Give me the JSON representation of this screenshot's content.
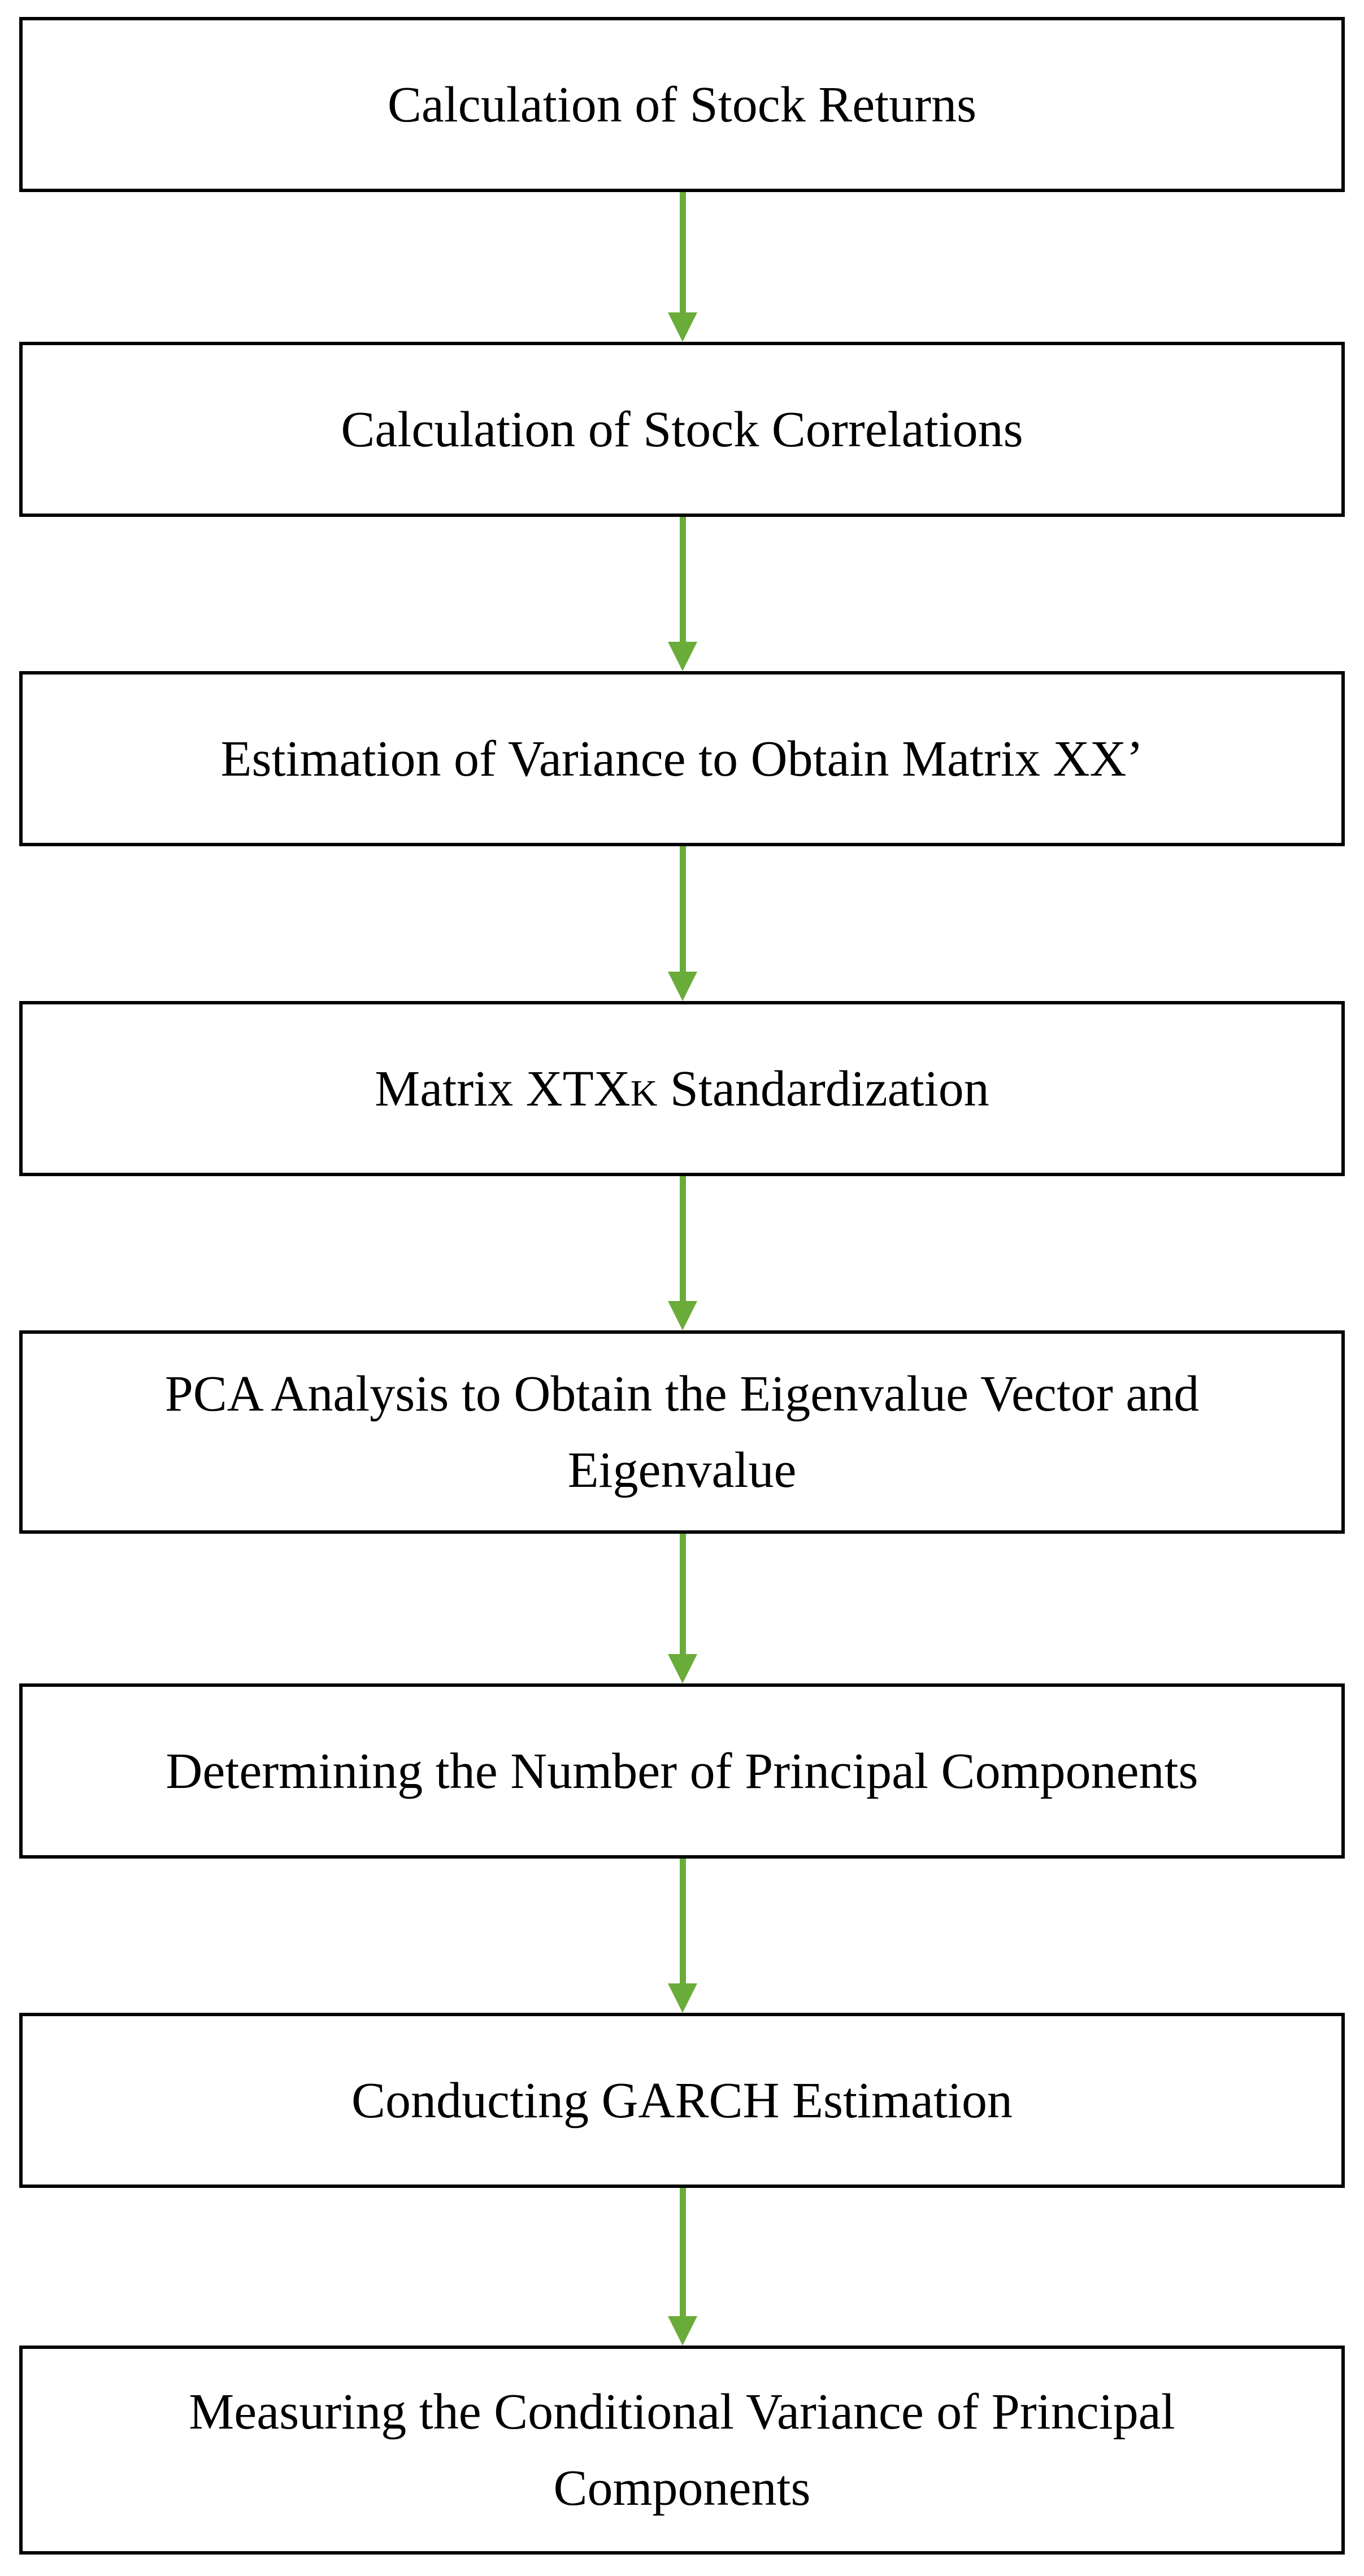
{
  "flowchart": {
    "colors": {
      "box_border": "#000000",
      "arrow": "#6aac3a",
      "text": "#000000"
    },
    "steps": [
      {
        "label": "Calculation of Stock Returns"
      },
      {
        "label": "Calculation of Stock Correlations"
      },
      {
        "label": "Estimation of Variance to Obtain Matrix XX’"
      },
      {
        "label_prefix": "Matrix XTX",
        "label_subscript": "K",
        "label_suffix": " Standardization"
      },
      {
        "label": "PCA Analysis to Obtain the Eigenvalue Vector and Eigenvalue"
      },
      {
        "label": "Determining the Number of Principal Components"
      },
      {
        "label": "Conducting GARCH Estimation"
      },
      {
        "label": "Measuring the Conditional Variance of Principal Components"
      }
    ]
  }
}
